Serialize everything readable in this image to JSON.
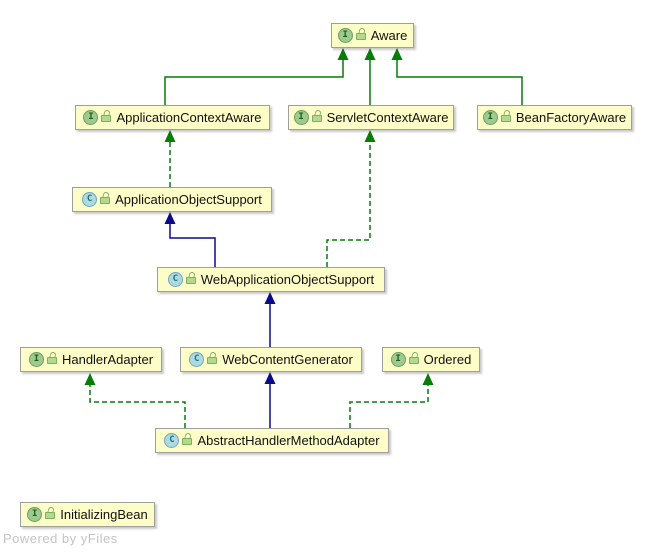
{
  "diagram": {
    "watermark": "Powered by yFiles",
    "nodes": [
      {
        "id": "aware",
        "label": "Aware",
        "stereotype": "interface",
        "icon_letter": "I"
      },
      {
        "id": "application-context-aware",
        "label": "ApplicationContextAware",
        "stereotype": "interface",
        "icon_letter": "I"
      },
      {
        "id": "servlet-context-aware",
        "label": "ServletContextAware",
        "stereotype": "interface",
        "icon_letter": "I"
      },
      {
        "id": "bean-factory-aware",
        "label": "BeanFactoryAware",
        "stereotype": "interface",
        "icon_letter": "I"
      },
      {
        "id": "application-object-support",
        "label": "ApplicationObjectSupport",
        "stereotype": "class",
        "icon_letter": "C"
      },
      {
        "id": "web-application-object-support",
        "label": "WebApplicationObjectSupport",
        "stereotype": "class",
        "icon_letter": "C"
      },
      {
        "id": "handler-adapter",
        "label": "HandlerAdapter",
        "stereotype": "interface",
        "icon_letter": "I"
      },
      {
        "id": "web-content-generator",
        "label": "WebContentGenerator",
        "stereotype": "class",
        "icon_letter": "C"
      },
      {
        "id": "ordered",
        "label": "Ordered",
        "stereotype": "interface",
        "icon_letter": "I"
      },
      {
        "id": "abstract-handler-method-adapter",
        "label": "AbstractHandlerMethodAdapter",
        "stereotype": "class",
        "icon_letter": "C"
      },
      {
        "id": "initializing-bean",
        "label": "InitializingBean",
        "stereotype": "interface",
        "icon_letter": "I"
      }
    ],
    "edges": [
      {
        "from": "ApplicationContextAware",
        "to": "Aware",
        "relation": "extends",
        "style": "solid",
        "color": "green"
      },
      {
        "from": "ServletContextAware",
        "to": "Aware",
        "relation": "extends",
        "style": "solid",
        "color": "green"
      },
      {
        "from": "BeanFactoryAware",
        "to": "Aware",
        "relation": "extends",
        "style": "solid",
        "color": "green"
      },
      {
        "from": "ApplicationObjectSupport",
        "to": "ApplicationContextAware",
        "relation": "implements",
        "style": "dashed",
        "color": "green"
      },
      {
        "from": "WebApplicationObjectSupport",
        "to": "ApplicationObjectSupport",
        "relation": "extends",
        "style": "solid",
        "color": "navy"
      },
      {
        "from": "WebApplicationObjectSupport",
        "to": "ServletContextAware",
        "relation": "implements",
        "style": "dashed",
        "color": "green"
      },
      {
        "from": "WebContentGenerator",
        "to": "WebApplicationObjectSupport",
        "relation": "extends",
        "style": "solid",
        "color": "navy"
      },
      {
        "from": "AbstractHandlerMethodAdapter",
        "to": "HandlerAdapter",
        "relation": "implements",
        "style": "dashed",
        "color": "green"
      },
      {
        "from": "AbstractHandlerMethodAdapter",
        "to": "WebContentGenerator",
        "relation": "extends",
        "style": "solid",
        "color": "navy"
      },
      {
        "from": "AbstractHandlerMethodAdapter",
        "to": "Ordered",
        "relation": "implements",
        "style": "dashed",
        "color": "green"
      }
    ],
    "colors": {
      "node_fill": "#fdfdc8",
      "node_border": "#9f9f9f",
      "green_edge": "#067d06",
      "navy_edge": "#0a0a8c",
      "interface_icon": "#9dca8d",
      "class_icon": "#aed9e0",
      "watermark_gray": "#c4c4c4"
    }
  }
}
